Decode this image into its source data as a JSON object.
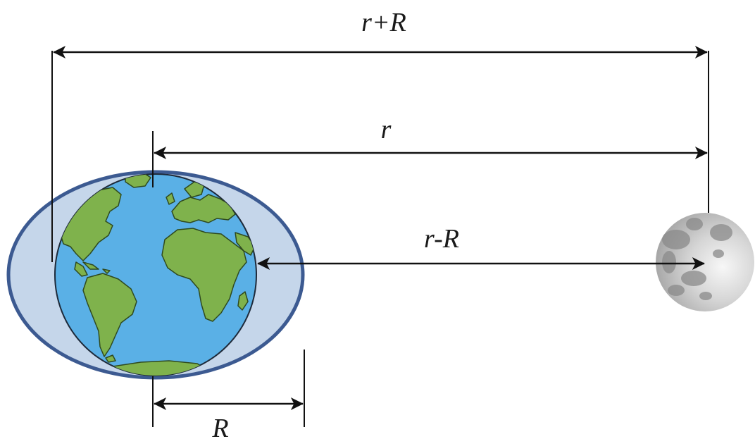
{
  "labels": {
    "r_plus_R": "r+R",
    "r": "r",
    "r_minus_R": "r-R",
    "R": "R"
  },
  "colors": {
    "ocean": "#5ab0e6",
    "land": "#7fb24c",
    "tidal_bulge_fill": "#c5d6ea",
    "tidal_bulge_outline": "#3c5a91",
    "moon": "#bdbdbd",
    "lines": "#111111"
  },
  "icons": {
    "earth": "earth-globe-icon",
    "moon": "moon-icon"
  }
}
